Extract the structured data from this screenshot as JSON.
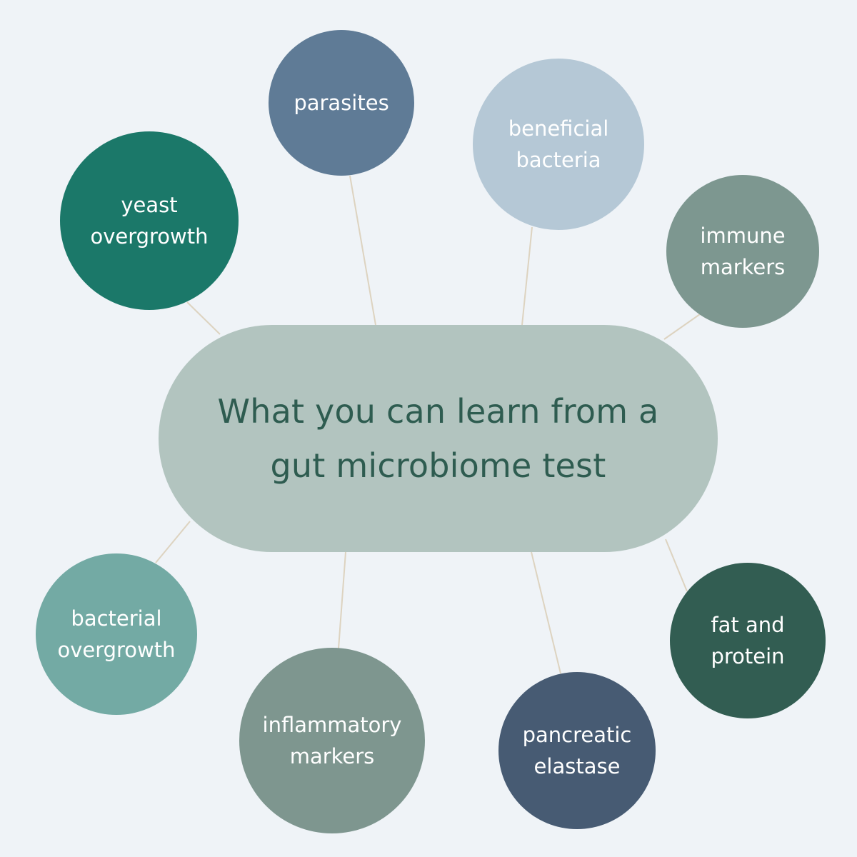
{
  "center": {
    "title": "What you can learn from a gut microbiome test",
    "color": "#b2c4bf",
    "text_color": "#2e5c50"
  },
  "connector_color": "#ddd3c0",
  "background": "#eff3f7",
  "nodes": [
    {
      "id": "yeast",
      "label": "yeast overgrowth",
      "color": "#1b7869"
    },
    {
      "id": "parasites",
      "label": "parasites",
      "color": "#5f7b96"
    },
    {
      "id": "beneficial",
      "label": "beneficial bacteria",
      "color": "#b5c8d6"
    },
    {
      "id": "immune",
      "label": "immune markers",
      "color": "#7d9790"
    },
    {
      "id": "fat",
      "label": "fat and protein",
      "color": "#325d52"
    },
    {
      "id": "pancreatic",
      "label": "pancreatic elastase",
      "color": "#475b73"
    },
    {
      "id": "inflammatory",
      "label": "inflammatory markers",
      "color": "#7e968f"
    },
    {
      "id": "bacterial",
      "label": "bacterial overgrowth",
      "color": "#73aaa4"
    }
  ]
}
